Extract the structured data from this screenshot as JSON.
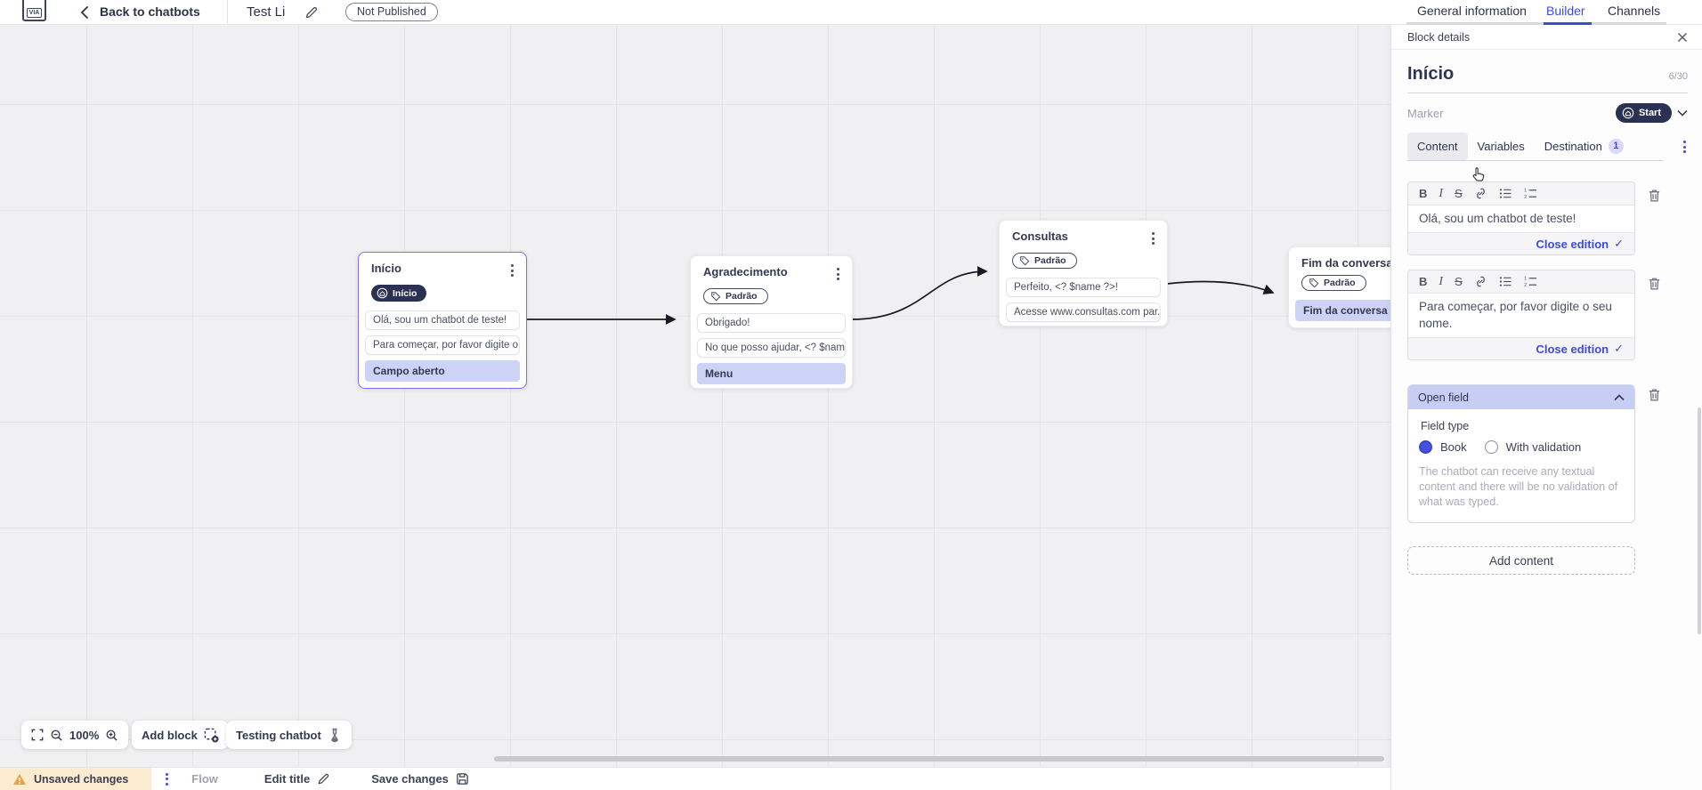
{
  "colors": {
    "accent": "#3d4bd7",
    "selection_border": "#7b6ff0",
    "row_highlight": "#ccd3f7",
    "dark_pill": "#2a3152",
    "warning_bg": "#fbeccf",
    "warning_icon": "#eca23f"
  },
  "icons": {
    "bold": "B",
    "italic": "I",
    "strikethrough": "S",
    "check": "✓"
  },
  "header": {
    "logo_text": "VIA",
    "back_label": "Back to chatbots",
    "title": "Test Li",
    "status_badge": "Not Published",
    "tabs": [
      {
        "label": "General information",
        "active": false
      },
      {
        "label": "Builder",
        "active": true
      },
      {
        "label": "Channels",
        "active": false
      }
    ]
  },
  "panel": {
    "header_title": "Block details",
    "block_name": "Início",
    "char_counter": "6/30",
    "marker_label": "Marker",
    "marker_value": "Start",
    "tabs": [
      {
        "label": "Content",
        "active": true
      },
      {
        "label": "Variables",
        "active": false
      },
      {
        "label": "Destination",
        "badge": "1",
        "active": false
      }
    ],
    "editors": [
      {
        "text": "Olá, sou um chatbot de teste!",
        "close_label": "Close edition"
      },
      {
        "text": "Para começar, por favor digite o seu nome.",
        "close_label": "Close edition"
      }
    ],
    "open_field": {
      "title": "Open field",
      "field_type_label": "Field type",
      "options": [
        {
          "label": "Book",
          "selected": true
        },
        {
          "label": "With validation",
          "selected": false
        }
      ],
      "description": "The chatbot can receive any textual content and there will be no validation of what was typed."
    },
    "add_content_label": "Add content"
  },
  "canvas": {
    "blocks": [
      {
        "title": "Início",
        "marker": "Início",
        "marker_type": "start",
        "selected": true,
        "rows": [
          {
            "text": "Olá, sou um chatbot de teste!",
            "type": "card"
          },
          {
            "text": "Para começar, por favor digite o ...",
            "type": "card"
          },
          {
            "text": "Campo aberto",
            "type": "highlight"
          }
        ]
      },
      {
        "title": "Agradecimento",
        "marker": "Padrão",
        "marker_type": "default",
        "selected": false,
        "rows": [
          {
            "text": "Obrigado!",
            "type": "card"
          },
          {
            "text": "No que posso ajudar, <? $name ...",
            "type": "card"
          },
          {
            "text": "Menu",
            "type": "highlight"
          }
        ]
      },
      {
        "title": "Consultas",
        "marker": "Padrão",
        "marker_type": "default",
        "selected": false,
        "rows": [
          {
            "text": "Perfeito, <? $name ?>!",
            "type": "card"
          },
          {
            "text": "Acesse www.consultas.com par...",
            "type": "card"
          }
        ]
      },
      {
        "title": "Fim da conversa",
        "marker": "Padrão",
        "marker_type": "default",
        "selected": false,
        "rows": [
          {
            "text": "Fim da conversa",
            "type": "highlight"
          }
        ]
      }
    ]
  },
  "toolbar": {
    "zoom_level": "100%",
    "add_block_label": "Add block",
    "testing_label": "Testing chatbot"
  },
  "statusbar": {
    "unsaved_label": "Unsaved changes",
    "flow_label": "Flow",
    "edit_title_label": "Edit title",
    "save_label": "Save changes"
  }
}
